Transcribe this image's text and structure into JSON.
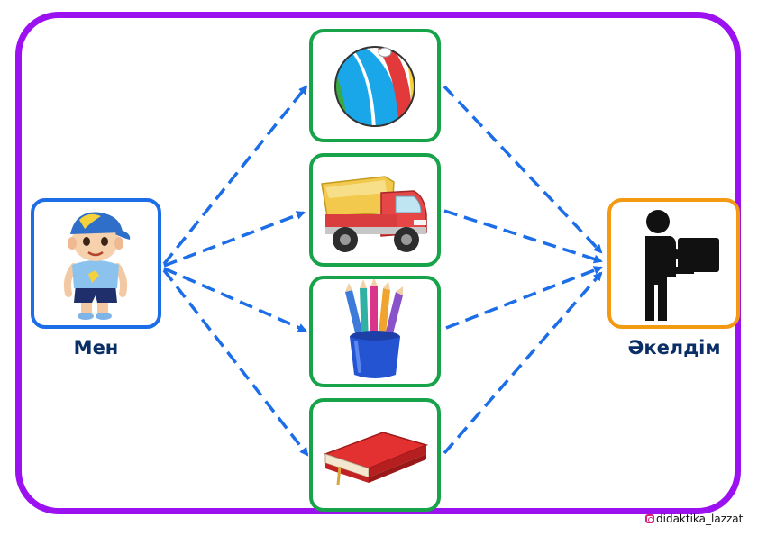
{
  "diagram": {
    "source": {
      "label": "Мен",
      "icon": "boy-with-cap-icon"
    },
    "target": {
      "label": "Әкелдім",
      "icon": "person-carrying-box-icon"
    },
    "items": [
      {
        "icon": "beach-ball-icon"
      },
      {
        "icon": "toy-truck-icon"
      },
      {
        "icon": "pencil-cup-icon"
      },
      {
        "icon": "red-book-icon"
      }
    ]
  },
  "credit": {
    "handle": "didaktika_lazzat",
    "icon": "instagram-icon"
  },
  "colors": {
    "frame": "#9b11f0",
    "item_border": "#17a34a",
    "source_border": "#1c6de8",
    "target_border": "#f39a12",
    "arrow": "#1c6de8",
    "label_text": "#0a2e66"
  }
}
